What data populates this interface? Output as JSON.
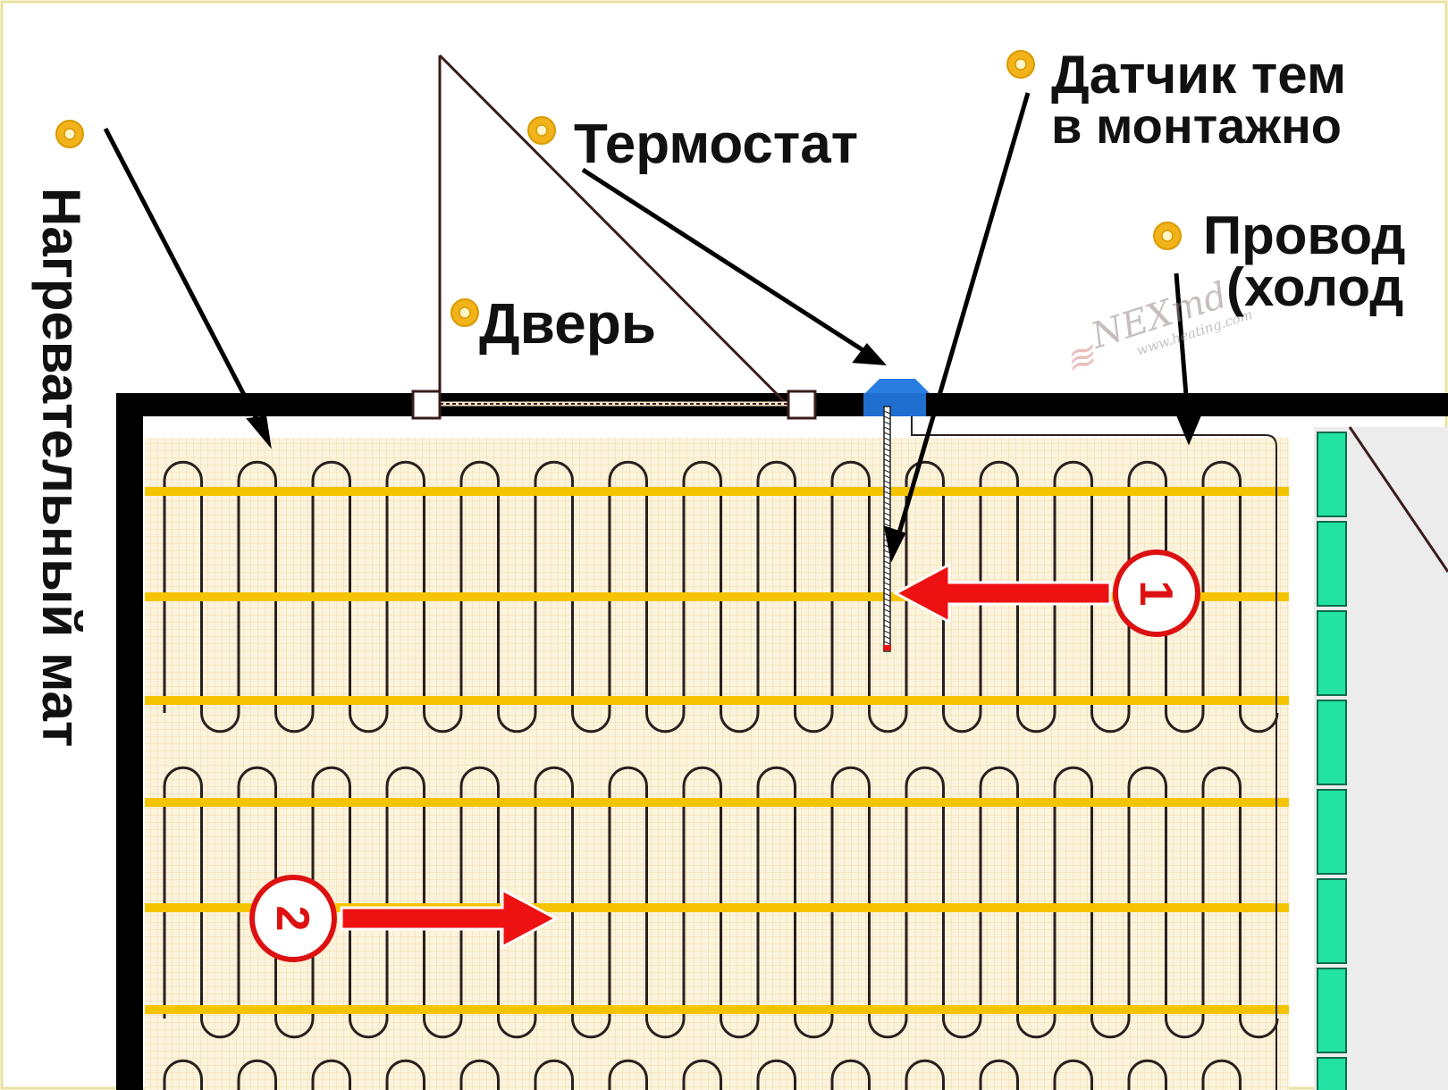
{
  "labels": {
    "heating_mat": "Нагревательный мат",
    "door": "Дверь",
    "thermostat": "Термостат",
    "sensor_line1": "Датчик тем",
    "sensor_line2": "в монтажно",
    "wire_line1": "Провод",
    "wire_line2": "(холод"
  },
  "markers": {
    "arrow_1": "1",
    "arrow_2": "2"
  },
  "watermark": {
    "logo": "NEXmd",
    "url": "www.heating.com"
  },
  "colors": {
    "background": "#ffffff",
    "wall": "#000000",
    "mat_fill": "#fbf3dc",
    "mat_grid": "#f0d69a",
    "tape": "#f5c400",
    "cable": "#2a1f1f",
    "thermostat": "#1e6fd0",
    "arrow_red": "#ee1111",
    "bullet": "#f2b21a",
    "tile_green": "#22e3a2",
    "door_line": "#3a1c1c"
  },
  "icons": {
    "bullet": "yellow-ring-bullet-icon",
    "thermostat": "thermostat-box-icon",
    "big_arrow": "red-arrow-icon"
  }
}
